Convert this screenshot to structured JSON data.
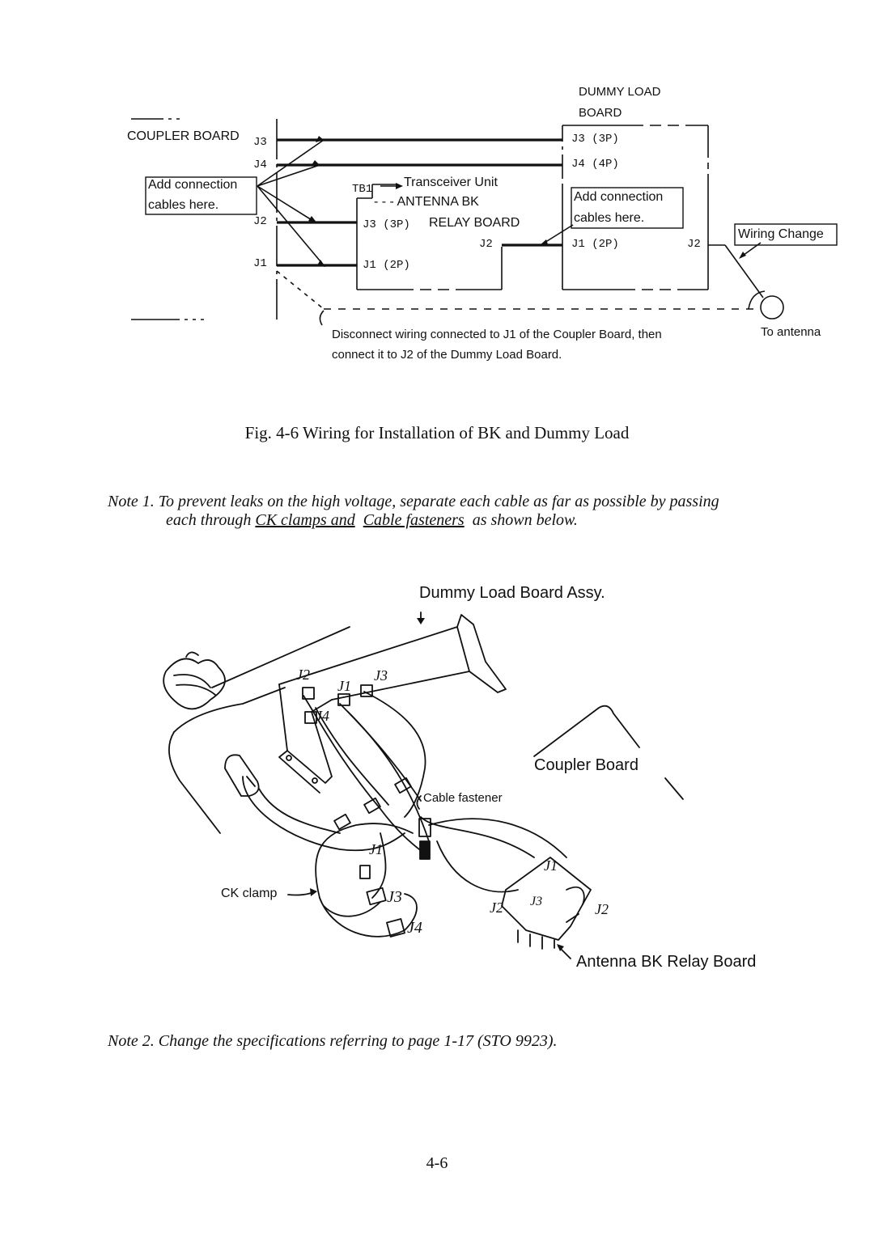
{
  "diagram1": {
    "coupler_board": "COUPLER BOARD",
    "coupler_j3": "J3",
    "coupler_j4": "J4",
    "coupler_j2": "J2",
    "coupler_j1": "J1",
    "add_connection_left": [
      "Add connection",
      "cables here."
    ],
    "dummy_load_title": [
      "DUMMY LOAD",
      "BOARD"
    ],
    "dummy_j3": "J3 (3P)",
    "dummy_j4": "J4 (4P)",
    "add_connection_right": [
      "Add connection",
      "cables here."
    ],
    "dummy_j1": "J1 (2P)",
    "dummy_j2": "J2",
    "tb1": "TB1",
    "transceiver_unit": "Transceiver Unit",
    "antenna_bk": "ANTENNA BK",
    "relay_board": "RELAY BOARD",
    "relay_j3": "J3 (3P)",
    "relay_j2": "J2",
    "relay_j1": "J1 (2P)",
    "wiring_change": "Wiring Change",
    "disconnect_note": [
      "Disconnect wiring connected to J1 of the Coupler Board, then",
      "connect it to J2 of the Dummy Load Board."
    ],
    "to_antenna": "To antenna"
  },
  "figure_caption": "Fig. 4-6 Wiring for Installation of BK and Dummy Load",
  "note1": {
    "line1": "Note 1.  To prevent leaks on the high voltage, separate each cable as far as possible by passing",
    "line2_prefix": "each through ",
    "line2_link1": "CK clamps and",
    "line2_space": "  ",
    "line2_link2": "Cable fasteners",
    "line2_suffix": "  as shown below."
  },
  "diagram2": {
    "dummy_load_assy": "Dummy Load Board Assy.",
    "coupler_board": "Coupler Board",
    "cable_fastener": "Cable fastener",
    "ck_clamp": "CK clamp",
    "antenna_bk_relay": "Antenna BK Relay Board",
    "hw_labels": [
      "J2",
      "J1",
      "J3",
      "J4",
      "J1",
      "J3",
      "J4",
      "J1",
      "J2",
      "J3",
      "J2"
    ]
  },
  "note2": "Note 2.  Change the specifications referring to page 1-17 (STO 9923).",
  "page_number": "4-6"
}
